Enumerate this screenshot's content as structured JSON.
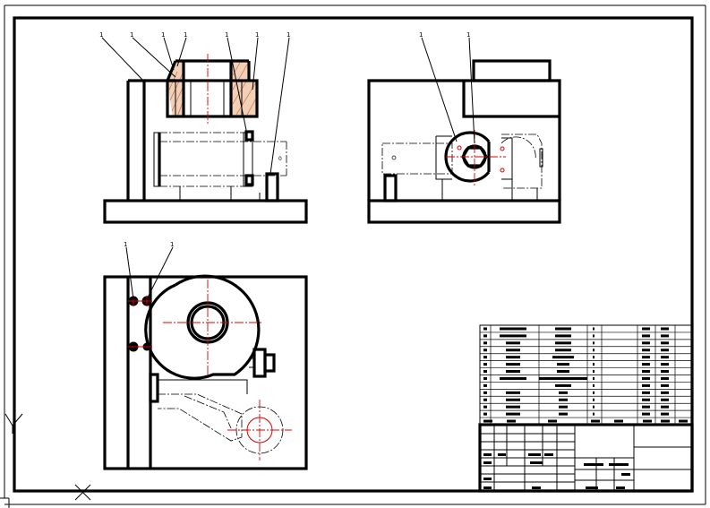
{
  "drawing": {
    "leader_labels": [
      "1",
      "1",
      "1",
      "1",
      "1",
      "1",
      "1",
      "1",
      "1",
      "1",
      "1"
    ],
    "colors": {
      "outline": "#000000",
      "centerline": "#e00000",
      "section_fill": "#f2d0b8",
      "section_hatch": "#c96a3e"
    },
    "views": [
      "front-section-view",
      "side-view",
      "top-view"
    ],
    "bill_of_materials": {
      "rows": 14
    },
    "title_block": {}
  }
}
